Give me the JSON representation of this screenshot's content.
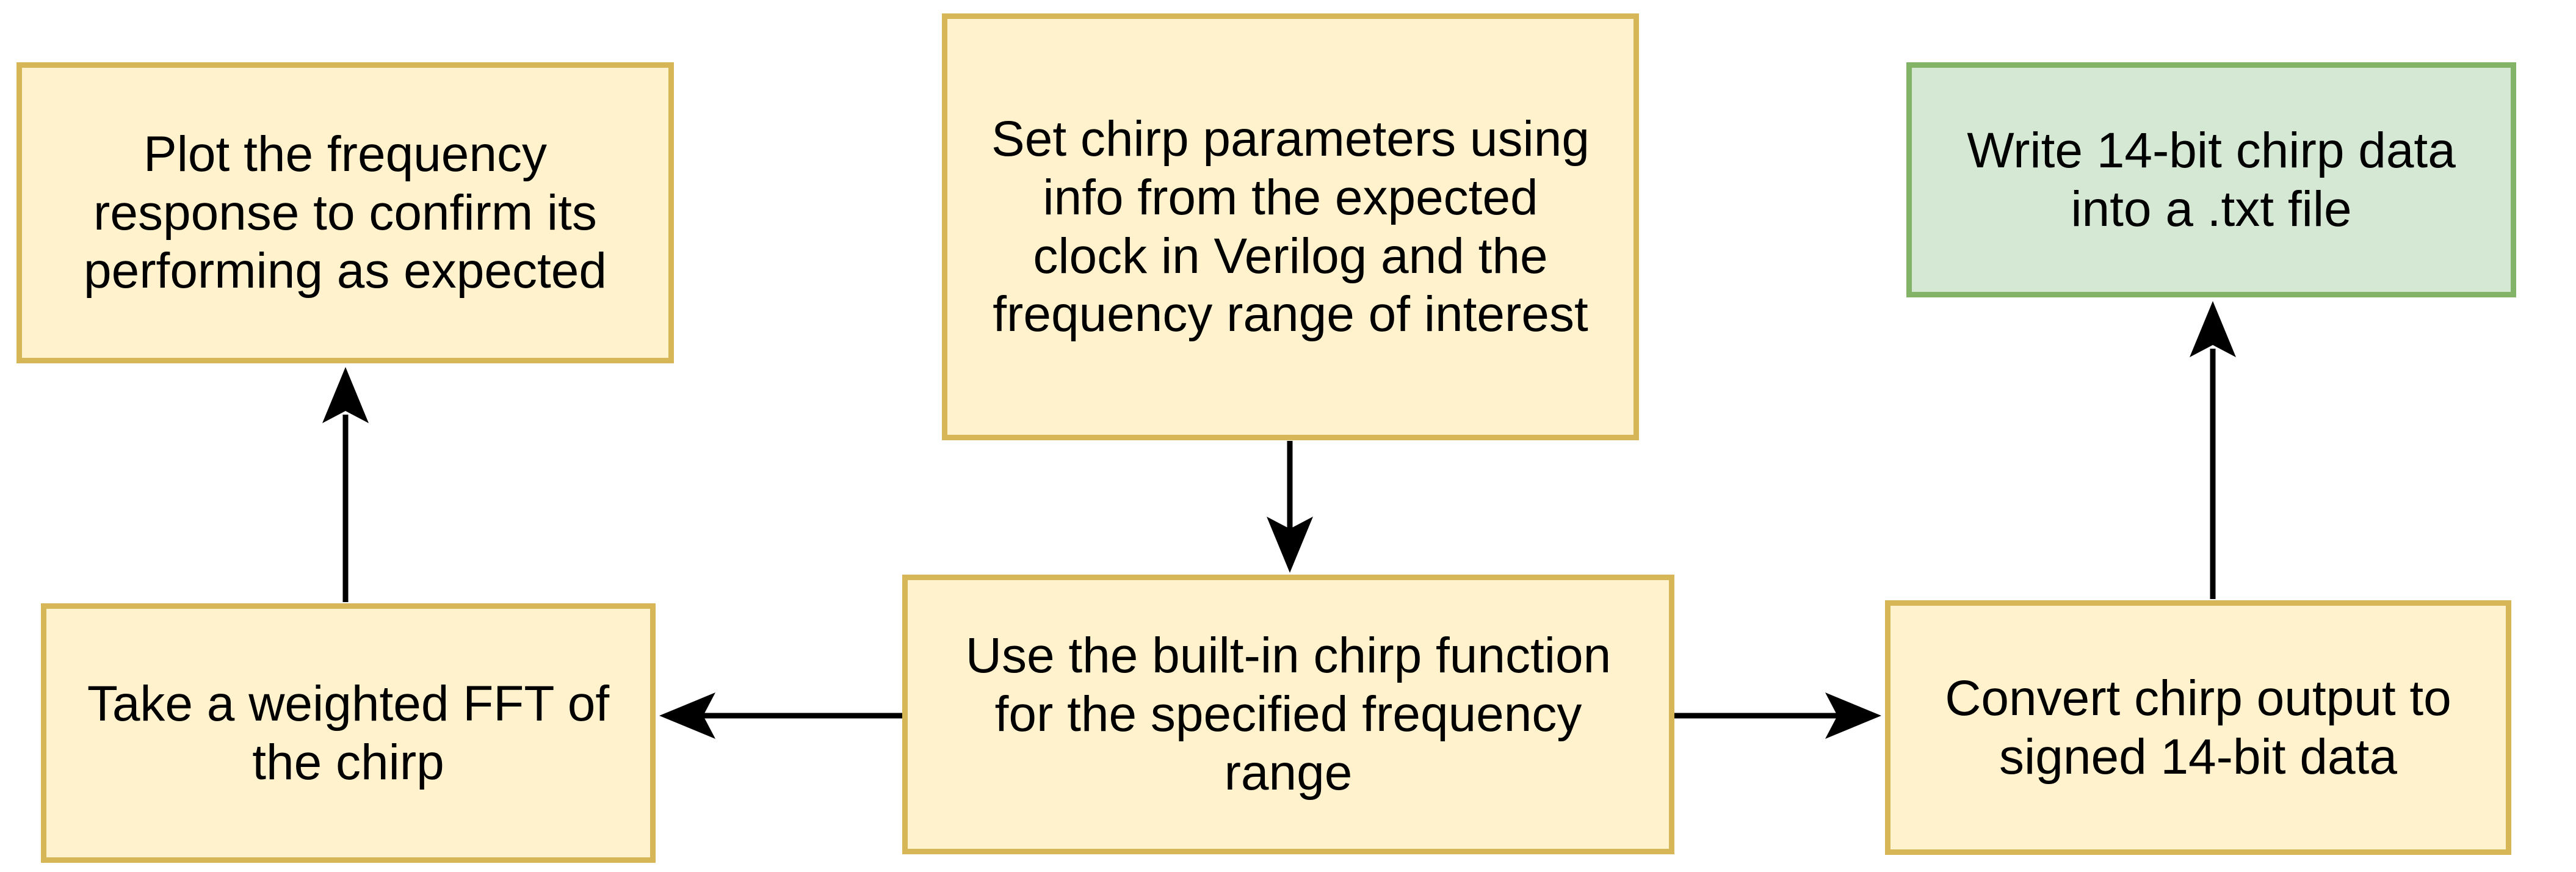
{
  "diagram": {
    "type": "flowchart",
    "background_color": "#ffffff",
    "edge_color": "#000000",
    "text_color": "#000000",
    "palette": {
      "yellow_fill": "#FFF2CC",
      "yellow_border": "#D6B656",
      "green_fill": "#D5E8D4",
      "green_border": "#82B366"
    },
    "nodes": [
      {
        "id": "plot-frequency-response",
        "label": "Plot the frequency response to confirm its performing as expected",
        "lines": [
          "Plot the frequency",
          "response to confirm its",
          "performing as expected"
        ],
        "fill": "#FFF2CC",
        "border": "#D6B656"
      },
      {
        "id": "set-chirp-parameters",
        "label": "Set chirp parameters using info from the expected clock in Verilog and the frequency range of interest",
        "lines": [
          "Set chirp parameters using",
          "info from the expected",
          "clock in Verilog and the",
          "frequency range of interest"
        ],
        "fill": "#FFF2CC",
        "border": "#D6B656"
      },
      {
        "id": "write-chirp-data-txt",
        "label": "Write 14-bit chirp data into a .txt file",
        "lines": [
          "Write 14-bit chirp data",
          "into a .txt file"
        ],
        "fill": "#D5E8D4",
        "border": "#82B366"
      },
      {
        "id": "take-weighted-fft",
        "label": "Take a weighted FFT of the chirp",
        "lines": [
          "Take a weighted FFT of",
          "the chirp"
        ],
        "fill": "#FFF2CC",
        "border": "#D6B656"
      },
      {
        "id": "use-builtin-chirp-function",
        "label": "Use the built-in chirp function for the specified frequency range",
        "lines": [
          "Use the built-in chirp function",
          "for the specified frequency",
          "range"
        ],
        "fill": "#FFF2CC",
        "border": "#D6B656"
      },
      {
        "id": "convert-chirp-output",
        "label": "Convert chirp output to signed 14-bit data",
        "lines": [
          "Convert chirp output to",
          "signed 14-bit data"
        ],
        "fill": "#FFF2CC",
        "border": "#D6B656"
      }
    ],
    "edges": [
      {
        "from": "set-chirp-parameters",
        "to": "use-builtin-chirp-function",
        "direction": "down"
      },
      {
        "from": "use-builtin-chirp-function",
        "to": "take-weighted-fft",
        "direction": "left"
      },
      {
        "from": "take-weighted-fft",
        "to": "plot-frequency-response",
        "direction": "up"
      },
      {
        "from": "use-builtin-chirp-function",
        "to": "convert-chirp-output",
        "direction": "right"
      },
      {
        "from": "convert-chirp-output",
        "to": "write-chirp-data-txt",
        "direction": "up"
      }
    ]
  }
}
